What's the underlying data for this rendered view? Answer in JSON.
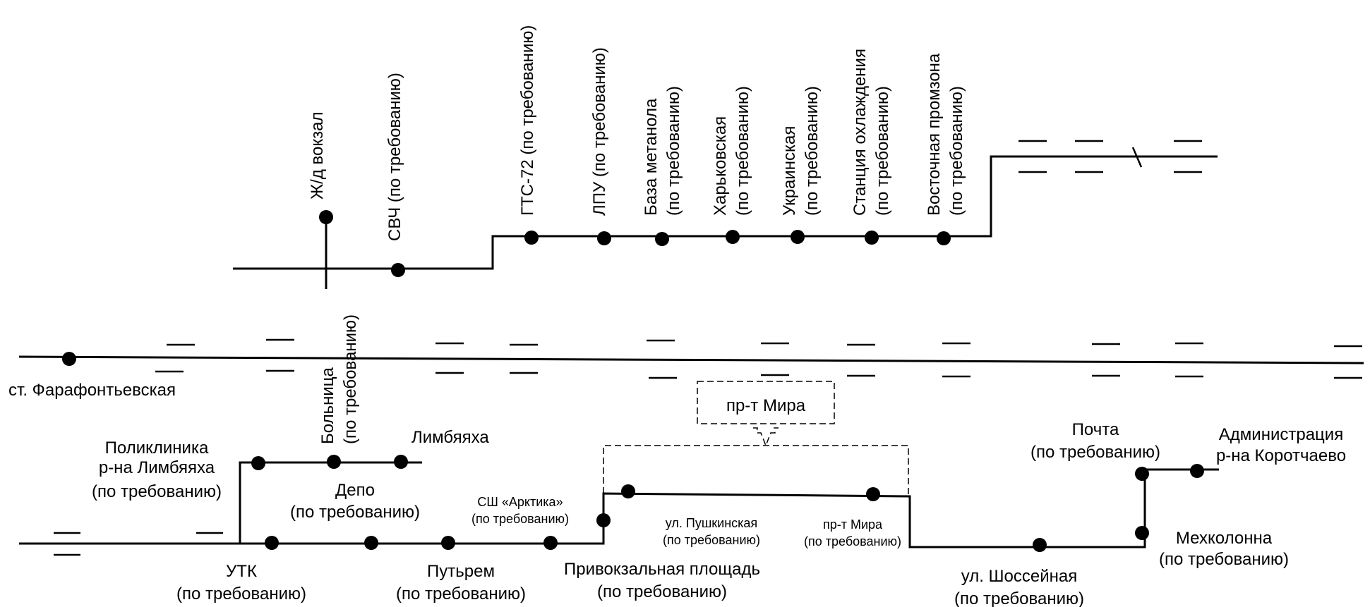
{
  "colors": {
    "line": "#000000",
    "background": "#ffffff"
  },
  "stations": {
    "zhd_vokzal": "Ж/д вокзал",
    "svch": "СВЧ (по требованию)",
    "gts72": "ГТС-72 (по требованию)",
    "lpu": "ЛПУ (по требованию)",
    "baza_metanola_1": "База метанола",
    "baza_metanola_2": "(по требованию)",
    "harkovskaya_1": "Харьковская",
    "harkovskaya_2": "(по требованию)",
    "ukrainskaya_1": "Украинская",
    "ukrainskaya_2": "(по требованию)",
    "stanciya_1": "Станция охлаждения",
    "stanciya_2": "(по требованию)",
    "vostochnaya_1": "Восточная промзона",
    "vostochnaya_2": "(по требованию)",
    "farafontievskaya": "ст. Фарафонтьевская",
    "bolnica_1": "Больница",
    "bolnica_2": "(по требованию)",
    "limbyaha": "Лимбяяха",
    "poliklinika_1": "Поликлиника",
    "poliklinika_2": "р-на Лимбяяха",
    "poliklinika_3": "(по требованию)",
    "depo_1": "Депо",
    "depo_2": "(по требованию)",
    "arktika_1": "СШ «Арктика»",
    "arktika_2": "(по требованию)",
    "utk_1": "УТК",
    "utk_2": "(по требованию)",
    "puterem_1": "Путьрем",
    "puterem_2": "(по требованию)",
    "privokzalnaya_1": "Привокзальная площадь",
    "privokzalnaya_2": "(по требованию)",
    "pushkinskaya_1": "ул. Пушкинская",
    "pushkinskaya_2": "(по требованию)",
    "pr_mira_1": "пр-т Мира",
    "pr_mira_2": "(по требованию)",
    "pr_mira_box": "пр-т Мира",
    "shosseynaya_1": "ул. Шоссейная",
    "shosseynaya_2": "(по требованию)",
    "pochta_1": "Почта",
    "pochta_2": "(по требованию)",
    "administraciya_1": "Администрация",
    "administraciya_2": "р-на Коротчаево",
    "mehkolonna_1": "Мехколонна",
    "mehkolonna_2": "(по требованию)"
  }
}
